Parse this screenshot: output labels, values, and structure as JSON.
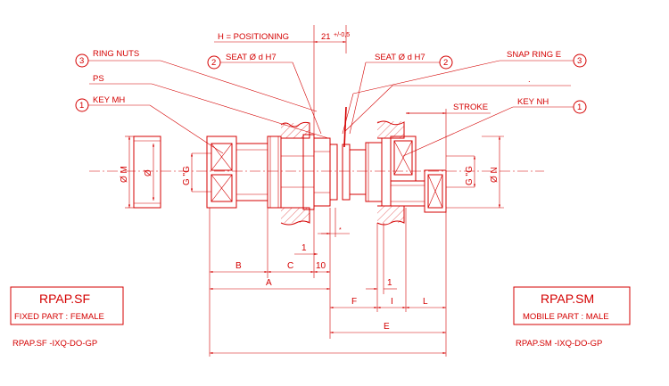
{
  "labels": {
    "positioning": "H = POSITIONING",
    "tolerance_value": "21",
    "tolerance_range": "+/-0,5",
    "ring_nuts": "RING NUTS",
    "seat_left": "SEAT Ø d H7",
    "seat_right": "SEAT Ø d H7",
    "snap_ring": "SNAP RING E",
    "ps": "PS",
    "key_mh": "KEY MH",
    "key_nh": "KEY NH",
    "stroke": "STROKE",
    "dot": "."
  },
  "callouts": {
    "ring_nuts": "3",
    "seat_left": "2",
    "seat_right": "2",
    "snap_ring": "3",
    "key_mh": "1",
    "key_nh": "1"
  },
  "dims": {
    "phi_m": "Ø M",
    "phi": "Ø",
    "g_left": "G \"G",
    "g_right": "G \"G",
    "phi_n": "Ø N",
    "b": "B",
    "c": "C",
    "ten": "10",
    "a": "A",
    "one_left": "1",
    "one_right": "1",
    "f": "F",
    "i": "I",
    "l": "L",
    "e": "E",
    "star": "*"
  },
  "boxes": {
    "left": {
      "title": "RPAP.SF",
      "subtitle": "FIXED PART : FEMALE",
      "code": "RPAP.SF   -IXQ-DO-GP"
    },
    "right": {
      "title": "RPAP.SM",
      "subtitle": "MOBILE PART : MALE",
      "code": "RPAP.SM   -IXQ-DO-GP"
    }
  },
  "colors": {
    "line": "#d40000",
    "background": "#ffffff"
  }
}
